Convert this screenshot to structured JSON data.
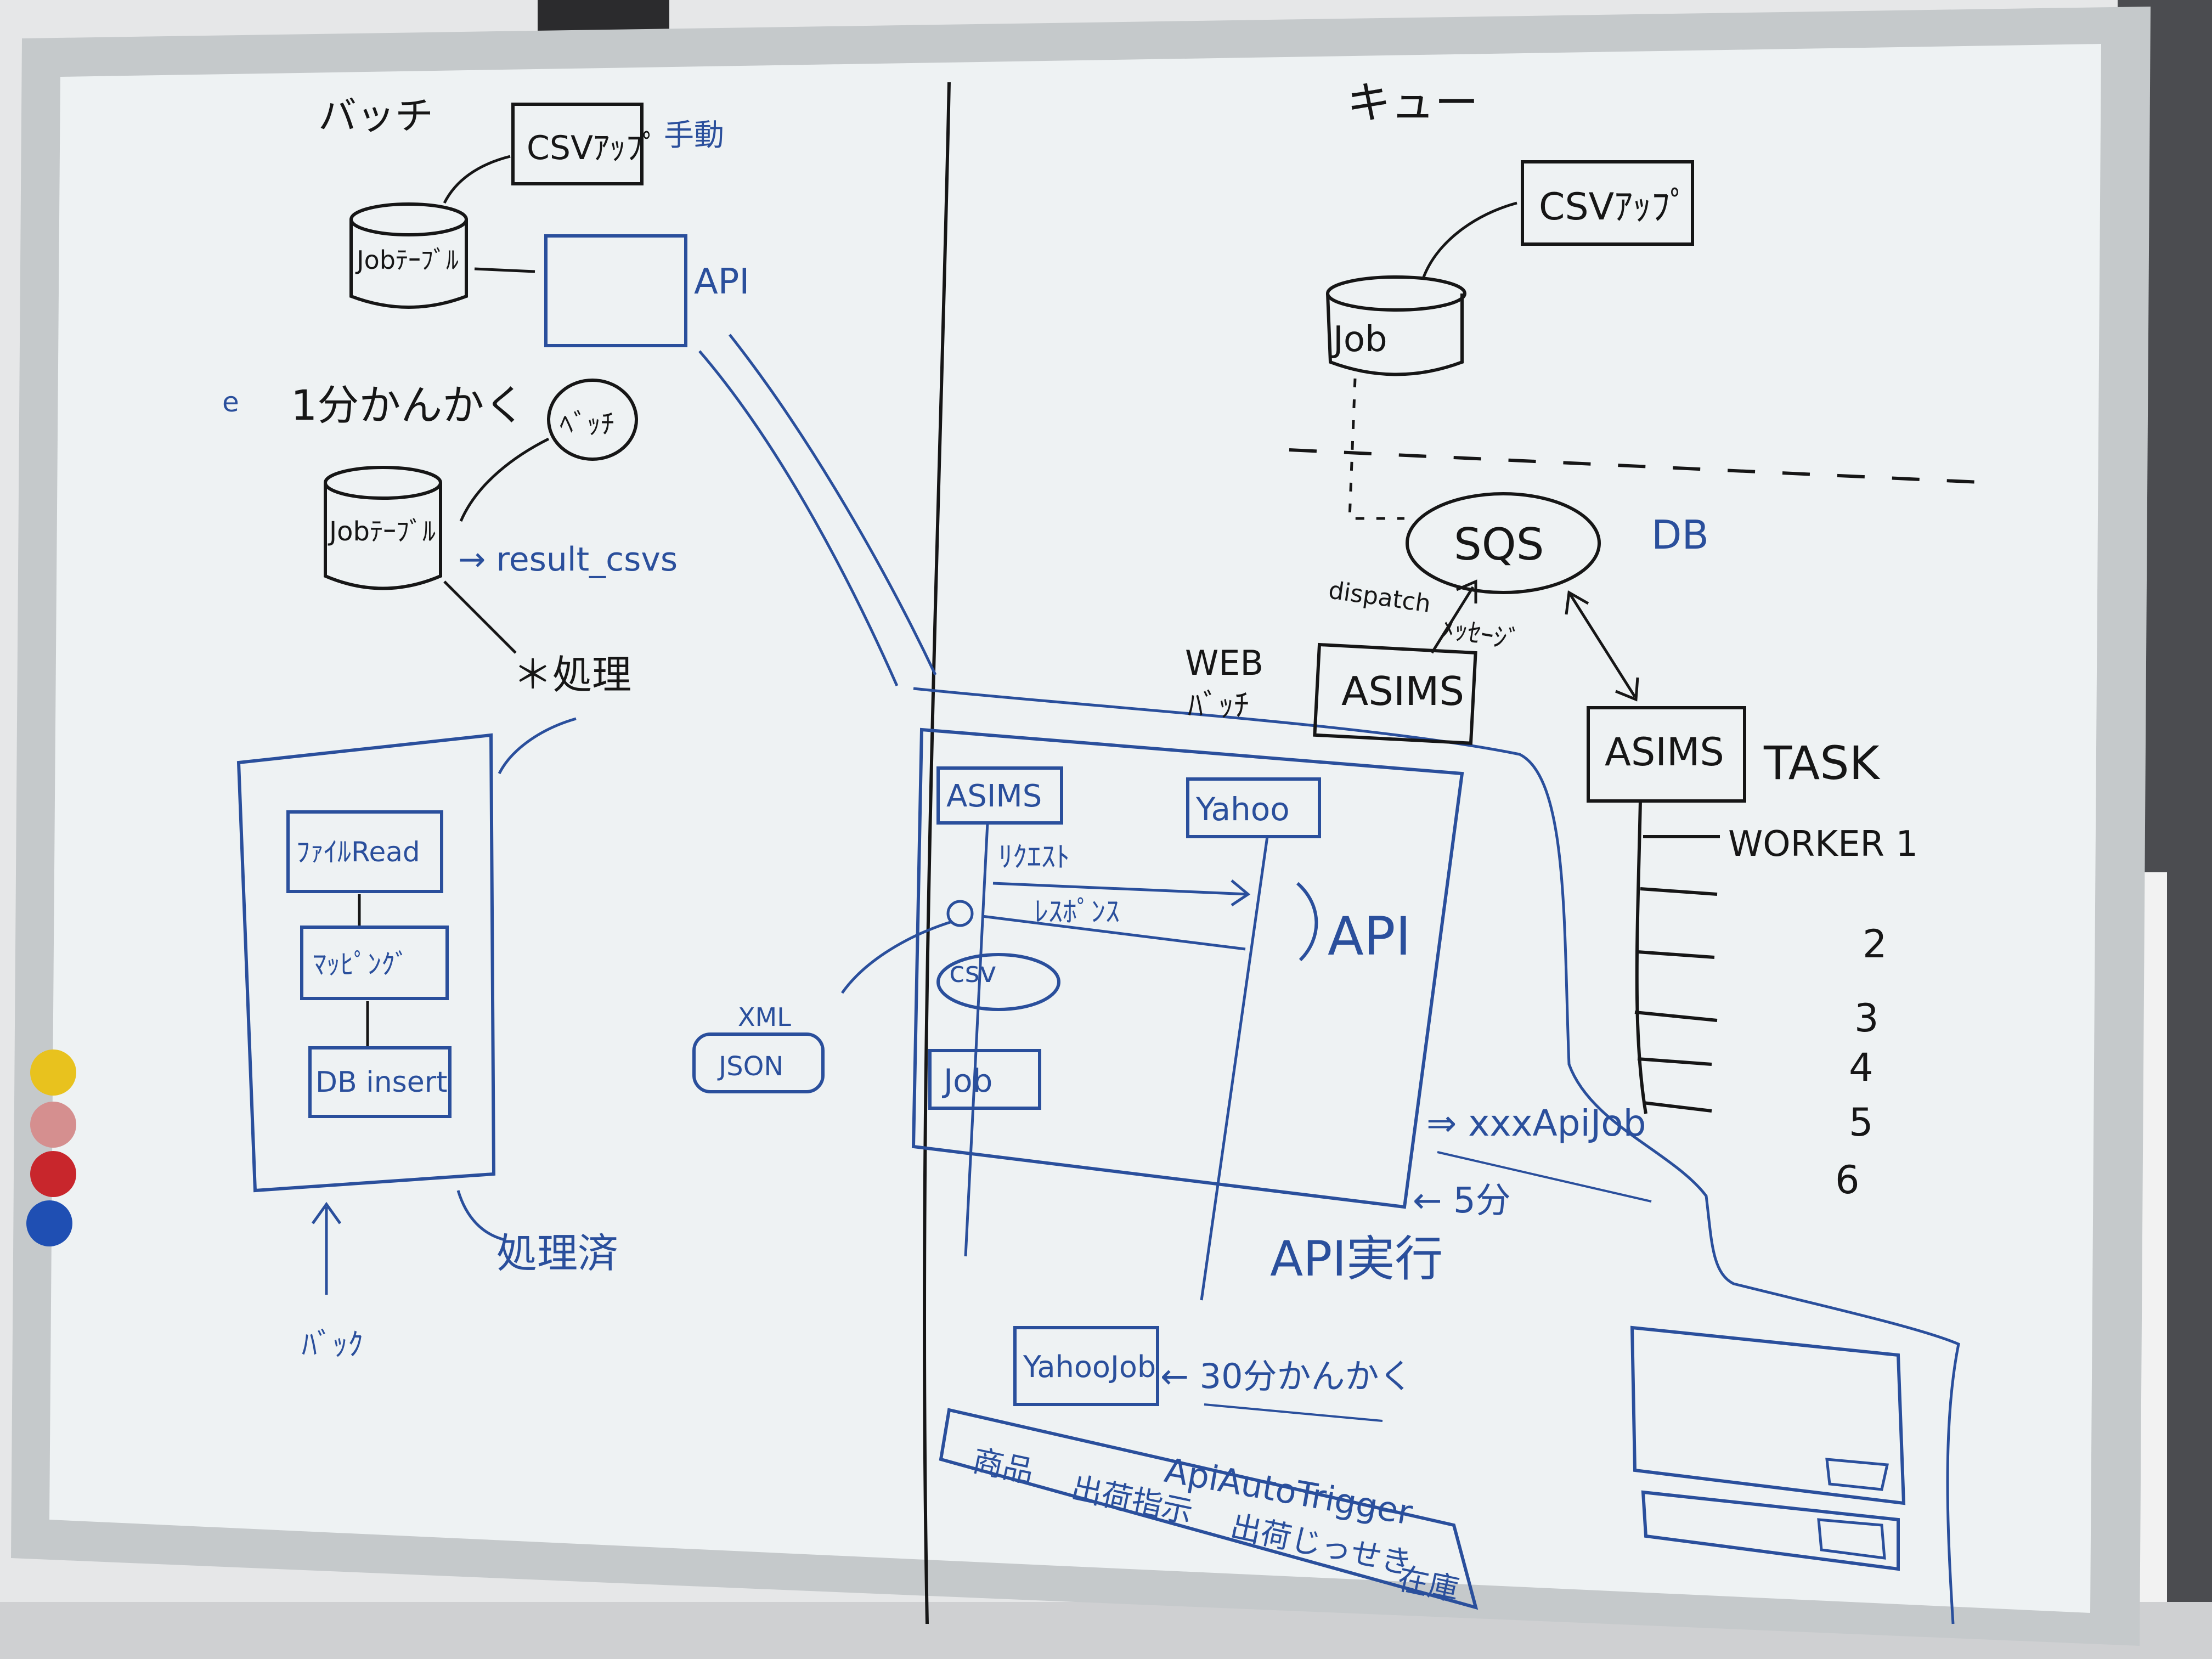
{
  "colors": {
    "background_wall": "#e9eaeb",
    "board_surface": "#eef2f3",
    "frame": "#c7cbcd",
    "ink_black": "#161616",
    "ink_blue": "#2a4f9c",
    "magnet_yellow": "#e8c21e",
    "magnet_pink": "#d58f8f",
    "magnet_red": "#c8262c",
    "magnet_blue": "#1f4fb3"
  },
  "left": {
    "title": "バッチ",
    "csv_upload_box": "CSVｱｯﾌﾟ",
    "manual_note": "手動",
    "job_table_top": "Jobﾃｰﾌﾞﾙ",
    "api_label": "API",
    "interval_marker": "e",
    "interval_title": "1分かんかく",
    "batch_circle": "ﾍﾞｯﾁ",
    "job_table_mid": "Jobﾃｰﾌﾞﾙ",
    "result_csvs": "→ result_csvs",
    "processing_label": "＊処理",
    "flow_steps": [
      "ﾌｧｲﾙRead",
      "ﾏｯﾋﾟﾝｸﾞ",
      "DB insert"
    ],
    "processed_note": "処理済",
    "back_label": "ﾊﾞｯｸ"
  },
  "middle": {
    "asims_box": "ASIMS",
    "yahoo_box": "Yahoo",
    "request_label": "ﾘｸｴｽﾄ",
    "response_label": "ﾚｽﾎﾟﾝｽ",
    "api_brace_label": "API",
    "csv_oval": "csv",
    "job_box": "Job",
    "xml_label": "XML",
    "json_label": "JSON",
    "xxx_api_job": "⇒ xxxApiJob",
    "five_min": "← 5分",
    "api_exec": "API実行",
    "yahoo_job": "YahooJob",
    "thirty_min": "← 30分かんかく",
    "trigger": "ApiAutoTrigger",
    "trigger_cells": [
      "商品",
      "出荷指示",
      "出荷じっせき",
      "在庫"
    ]
  },
  "right": {
    "title": "キュー",
    "csv_upload_box": "CSVｱｯﾌﾟ",
    "job_cylinder": "Job",
    "sqs": "SQS",
    "db_label": "DB",
    "dispatch": "dispatch",
    "message": "ﾒｯｾｰｼﾞ",
    "web_batch_line1": "WEB",
    "web_batch_line2": "ﾊﾞｯﾁ",
    "asims_left": "ASIMS",
    "asims_task": "ASIMS",
    "task_label": "TASK",
    "workers": [
      "WORKER 1",
      "2",
      "3",
      "4",
      "5",
      "6"
    ]
  }
}
